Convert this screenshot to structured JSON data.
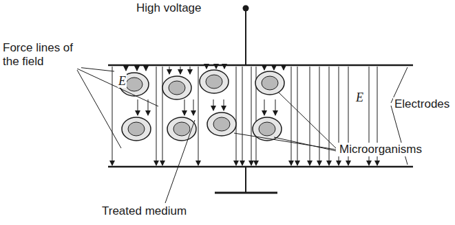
{
  "diagram": {
    "labels": [
      "High voltage",
      "Force lines of the field",
      "E",
      "E",
      "Electrodes",
      "Microorganisms",
      "Treated medium"
    ]
  }
}
